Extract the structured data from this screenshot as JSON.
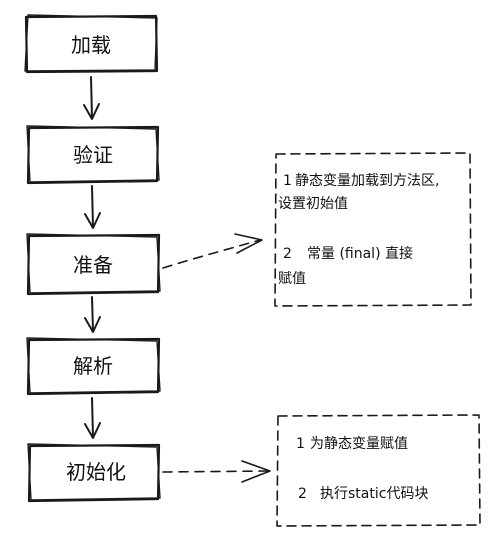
{
  "steps": [
    {
      "label": "加载"
    },
    {
      "label": "验证"
    },
    {
      "label": "准备"
    },
    {
      "label": "解析"
    },
    {
      "label": "初始化"
    }
  ],
  "notes": {
    "prepare": {
      "line1_num": "1",
      "line1_a": "静态变量加载到方法区,",
      "line1_b": "设置初始值",
      "line2_num": "2",
      "line2_a": "常量 (final) 直接",
      "line2_b": "赋值"
    },
    "init": {
      "line1_num": "1",
      "line1": "为静态变量赋值",
      "line2_num": "2",
      "line2": "执行static代码块"
    }
  }
}
